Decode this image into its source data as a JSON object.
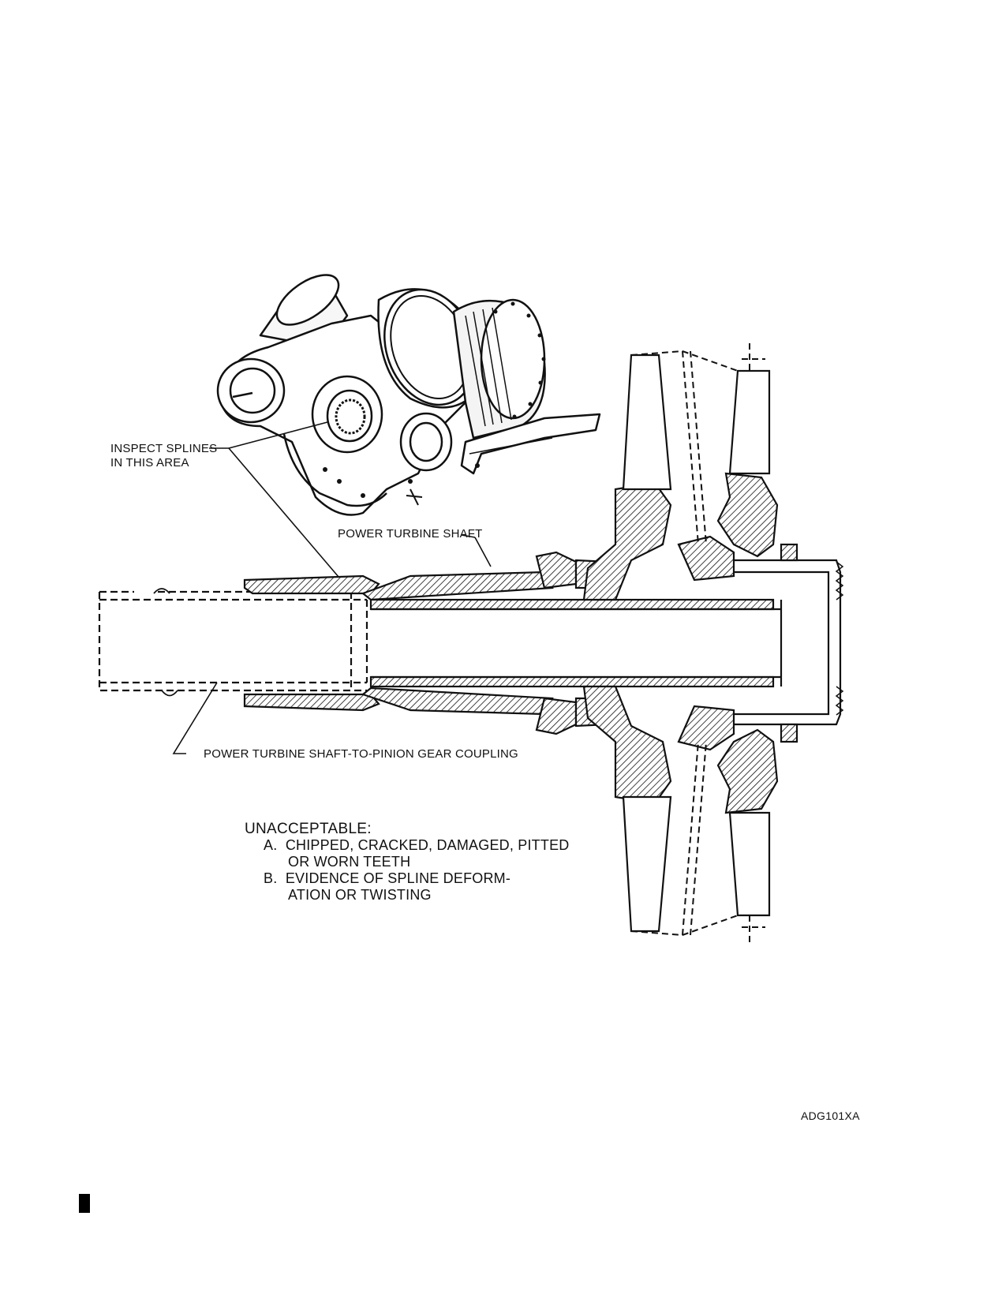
{
  "labels": {
    "inspect_line1": "INSPECT SPLINES",
    "inspect_line2": "IN THIS AREA",
    "shaft": "POWER TURBINE SHAFT",
    "coupling": "POWER TURBINE SHAFT-TO-PINION GEAR COUPLING"
  },
  "criteria": {
    "heading": "UNACCEPTABLE:",
    "items": [
      {
        "letter": "A.",
        "line1": "CHIPPED, CRACKED, DAMAGED, PITTED",
        "line2": "OR WORN TEETH"
      },
      {
        "letter": "B.",
        "line1": "EVIDENCE OF SPLINE DEFORM-",
        "line2": "ATION OR TWISTING"
      }
    ]
  },
  "figure_code": "ADG101XA",
  "icons": {
    "engine": "gearbox-housing-illustration",
    "mark": "page-marker-block"
  }
}
